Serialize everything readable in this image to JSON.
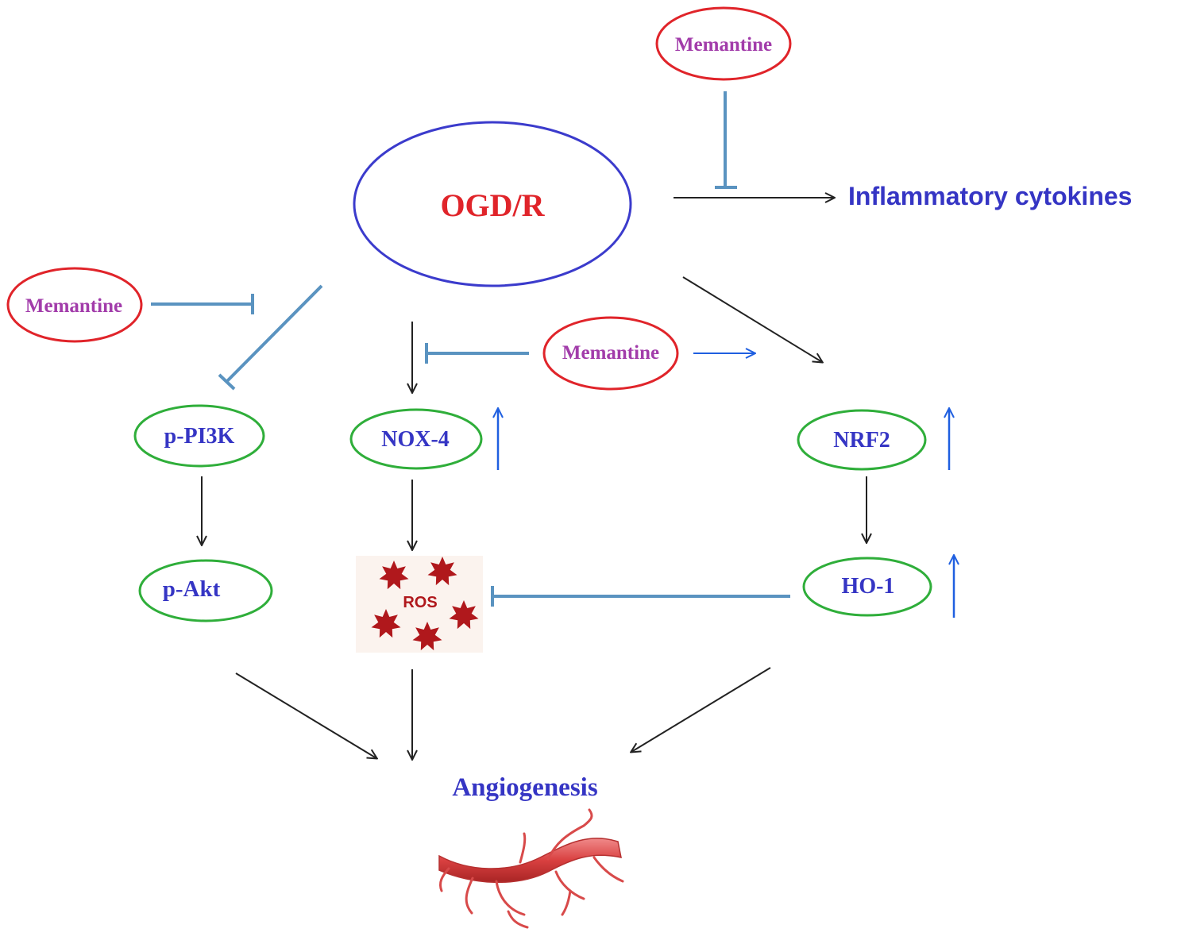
{
  "nodes": {
    "ogdr": "OGD/R",
    "inflammatory": "Inflammatory cytokines",
    "memantine_top": "Memantine",
    "memantine_left": "Memantine",
    "memantine_center": "Memantine",
    "ppi3k": "p-PI3K",
    "pakt": "p-Akt",
    "nox4": "NOX-4",
    "ros": "ROS",
    "nrf2": "NRF2",
    "ho1": "HO-1",
    "angiogenesis": "Angiogenesis"
  },
  "colors": {
    "ogdr_border": "#3b3bcc",
    "ogdr_text": "#e0242a",
    "memantine_border": "#e0242a",
    "memantine_text": "#a23caa",
    "protein_border": "#2fae3a",
    "protein_text": "#3535c4",
    "arrow_black": "#222222",
    "inhibit_blue": "#5a93c0",
    "upreg_blue": "#1f5fe0",
    "ros_star": "#b0181c",
    "vessel": "#d84a4a"
  },
  "icons": {
    "ros": "ros-stars-icon",
    "vessel": "blood-vessel-icon"
  }
}
